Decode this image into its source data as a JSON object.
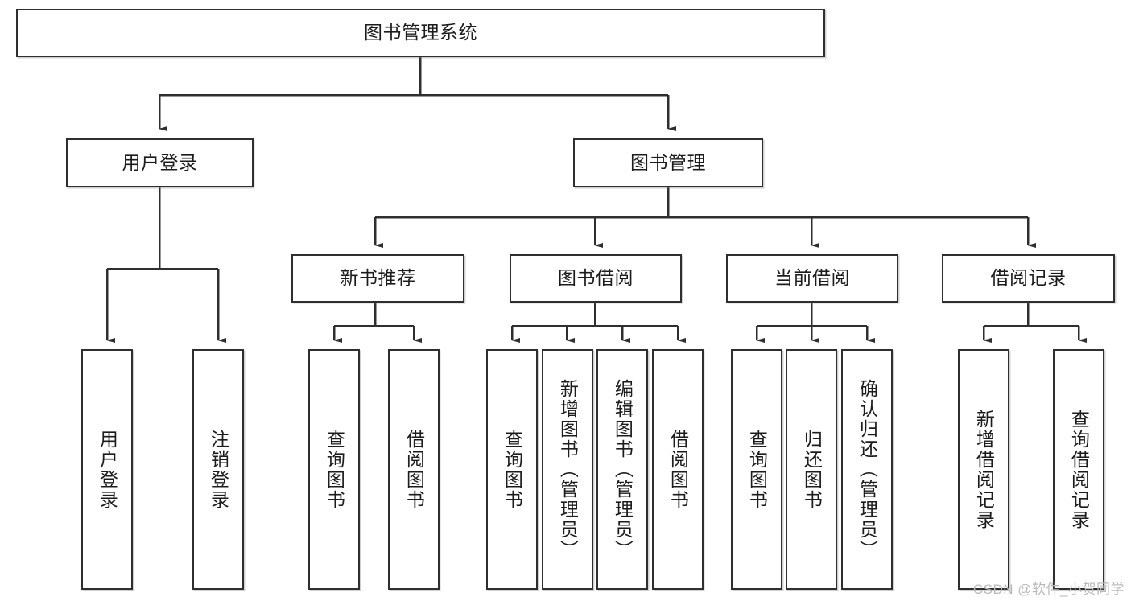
{
  "diagram": {
    "title": "图书管理系统",
    "type": "tree",
    "watermark": "CSDN @软件_小贺同学",
    "colors": {
      "node_border": "#2f2f2f",
      "node_fill": "#ffffff",
      "wire": "#2f2f2f",
      "text": "#1c1c1c",
      "watermark": "#b9b9b9"
    },
    "nodes": {
      "root": {
        "label": "图书管理系统"
      },
      "level2": [
        {
          "label": "用户登录"
        },
        {
          "label": "图书管理"
        }
      ],
      "level3": [
        {
          "label": "新书推荐"
        },
        {
          "label": "图书借阅"
        },
        {
          "label": "当前借阅"
        },
        {
          "label": "借阅记录"
        }
      ],
      "leaves": {
        "user_login": [
          {
            "label": "用户登录"
          },
          {
            "label": "注销登录"
          }
        ],
        "new_book": [
          {
            "label": "查询图书"
          },
          {
            "label": "借阅图书"
          }
        ],
        "book_borrow": [
          {
            "label": "查询图书"
          },
          {
            "label": "新增图书（管理员）"
          },
          {
            "label": "编辑图书（管理员）"
          },
          {
            "label": "借阅图书"
          }
        ],
        "current_borrow": [
          {
            "label": "查询图书"
          },
          {
            "label": "归还图书"
          },
          {
            "label": "确认归还（管理员）"
          }
        ],
        "borrow_record": [
          {
            "label": "新增借阅记录"
          },
          {
            "label": "查询借阅记录"
          }
        ]
      }
    }
  }
}
